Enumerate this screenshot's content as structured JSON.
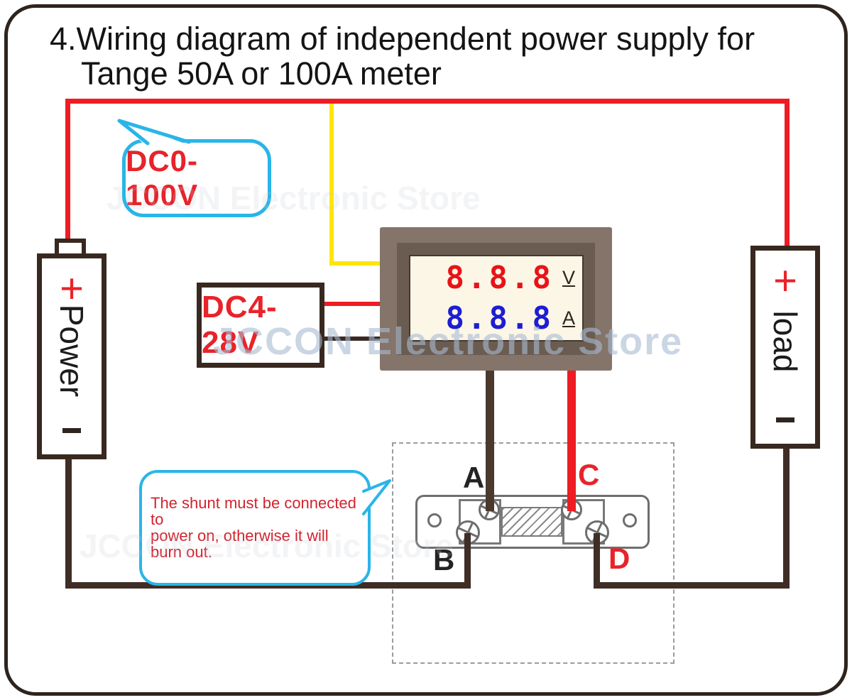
{
  "title": {
    "line1": "4.Wiring diagram of independent power supply for",
    "line2": "Tange 50A or 100A meter"
  },
  "watermark": {
    "text": "JCCON Electronic Store"
  },
  "bubbles": {
    "voltage": {
      "label": "DC0-100V"
    },
    "supply": {
      "label": "DC4-28V"
    },
    "warning": {
      "lines": [
        "The shunt must be connected to",
        "power on, otherwise it will",
        "burn out."
      ]
    }
  },
  "meter": {
    "rows": [
      {
        "value": "8.8.8",
        "unit": "V"
      },
      {
        "value": "8.8.8",
        "unit": "A"
      }
    ]
  },
  "power_source": {
    "plus": "+",
    "label": "Power"
  },
  "load": {
    "plus": "+",
    "label": "load"
  },
  "shunt": {
    "terminal_a": "A",
    "terminal_b": "B",
    "terminal_c": "C",
    "terminal_d": "D"
  },
  "colors": {
    "wire_red": "#ee1c23",
    "wire_yellow": "#ffe600",
    "wire_black": "#3f2e26",
    "bubble_cyan": "#29b5e8",
    "text_red": "#e8232a",
    "digit_red": "#e81318",
    "digit_blue": "#1d1dd2",
    "meter_frame_outer": "#84746a",
    "meter_frame_inner": "#6b5c52",
    "meter_display_bg": "#fbf6e6"
  }
}
